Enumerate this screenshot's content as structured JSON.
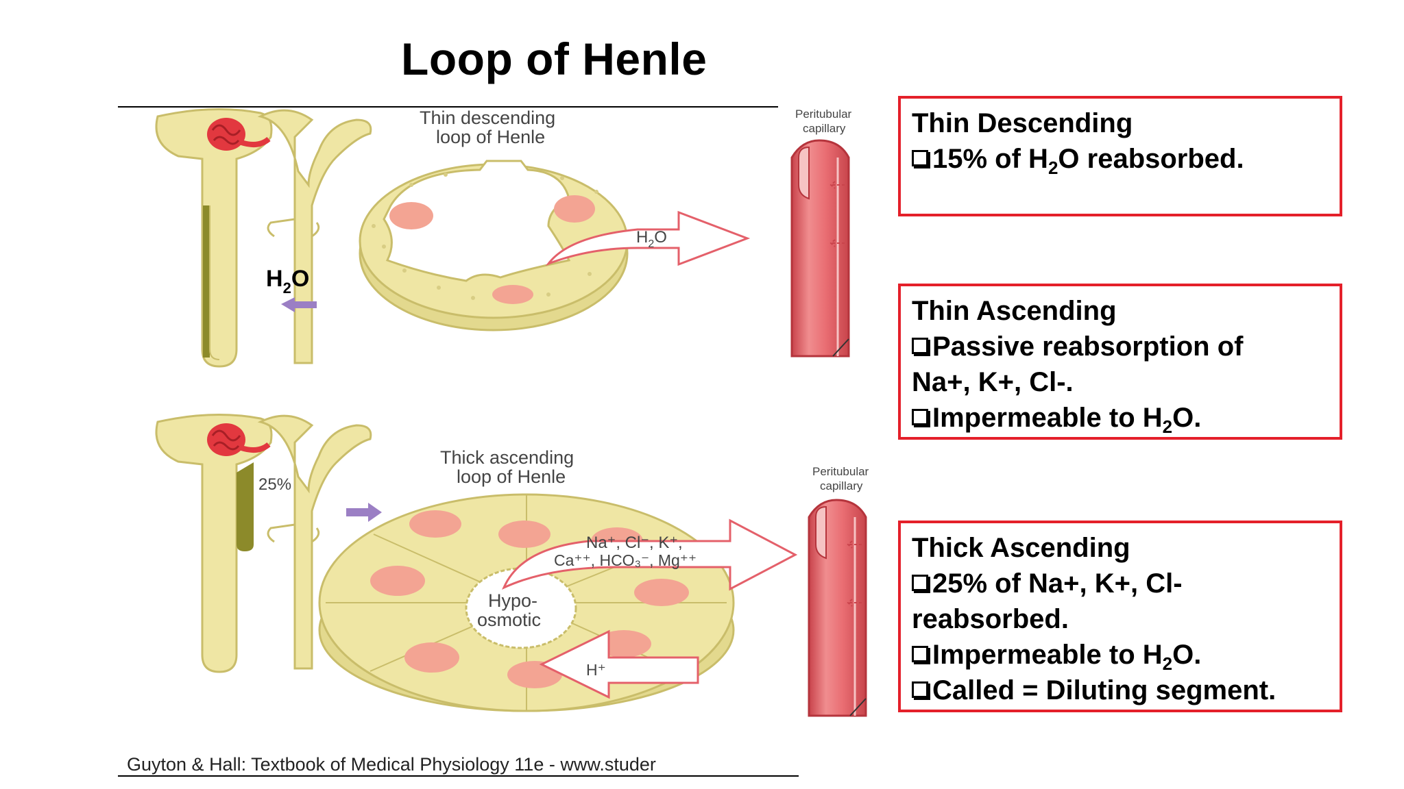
{
  "title": "Loop of Henle",
  "figure": {
    "top_section": {
      "title_line1": "Thin descending",
      "title_line2": "loop of Henle",
      "capillary_line1": "Peritubular",
      "capillary_line2": "capillary",
      "water_label": "H",
      "water_sub": "2",
      "water_label_end": "O",
      "arrow_label": "H",
      "arrow_sub": "2",
      "arrow_label_end": "O"
    },
    "bottom_section": {
      "title_line1": "Thick ascending",
      "title_line2": "loop of Henle",
      "capillary_line1": "Peritubular",
      "capillary_line2": "capillary",
      "percent_label": "25%",
      "ion_label": "Na",
      "ion_sup1": "+",
      "ion_label_mid": "Cl",
      "ion_sup2": "-",
      "arrow_line1": "Na⁺, Cl⁻, K⁺,",
      "arrow_line2": "Ca⁺⁺, HCO₃⁻, Mg⁺⁺",
      "lumen_line1": "Hypo-",
      "lumen_line2": "osmotic",
      "proton_label": "H⁺"
    },
    "caption": "Guyton & Hall: Textbook of Medical Physiology 11e - www.studer"
  },
  "boxes": [
    {
      "heading": "Thin Descending",
      "line1": "15% of H",
      "line1_sub": "2",
      "line1_end": "O reabsorbed."
    },
    {
      "heading": "Thin Ascending",
      "line1": "Passive reabsorption of",
      "line2": "Na+, K+, Cl-.",
      "line3": "Impermeable to H",
      "line3_sub": "2",
      "line3_end": "O."
    },
    {
      "heading": "Thick Ascending",
      "line1": "25% of Na+, K+, Cl-",
      "line2": "reabsorbed.",
      "line3": "Impermeable to H",
      "line3_sub": "2",
      "line3_end": "O.",
      "line4": "Called = Diluting segment."
    }
  ],
  "colors": {
    "box_border": "#e4202a",
    "tubule": "#efe6a4",
    "tubule_outline": "#c9bd6a",
    "thick_segment": "#8c8a2a",
    "glomerulus": "#e2383f",
    "nucleus": "#f3a493",
    "capillary": "#e5646a",
    "purple_arrow": "#9b7fc4"
  }
}
